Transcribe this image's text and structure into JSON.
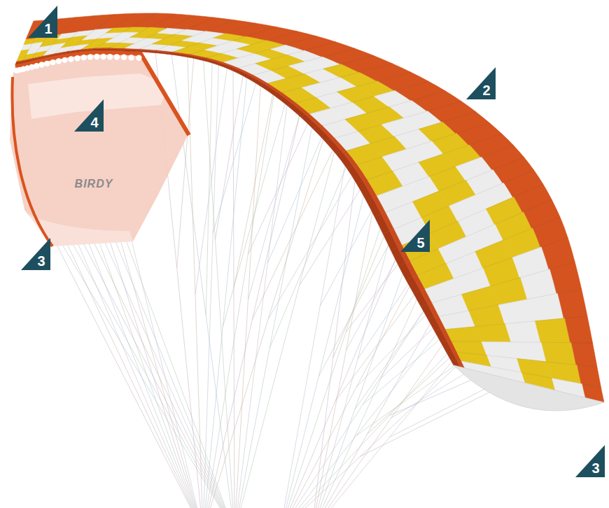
{
  "diagram": {
    "labels": [
      "1",
      "2",
      "3",
      "4",
      "5",
      "3",
      "BIRDY"
    ]
  }
}
